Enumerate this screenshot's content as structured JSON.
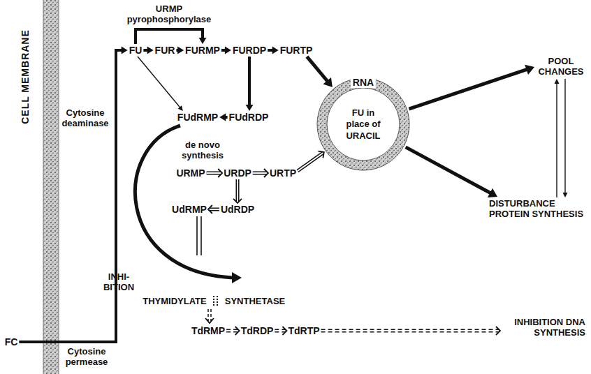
{
  "diagram": {
    "nodes": [
      {
        "text": [
          "FC"
        ]
      },
      {
        "text": [
          "FU"
        ]
      },
      {
        "text": [
          "FUR"
        ]
      },
      {
        "text": [
          "FURMP"
        ]
      },
      {
        "text": [
          "FURDP"
        ]
      },
      {
        "text": [
          "FURTP"
        ]
      },
      {
        "text": [
          "RNA",
          "FU in place of URACIL"
        ]
      },
      {
        "text": [
          "FUdRMP"
        ]
      },
      {
        "text": [
          "FUdRDP"
        ]
      },
      {
        "text": [
          "URMP"
        ]
      },
      {
        "text": [
          "URDP"
        ]
      },
      {
        "text": [
          "URTP"
        ]
      },
      {
        "text": [
          "UdRMP"
        ]
      },
      {
        "text": [
          "UdRDP"
        ]
      },
      {
        "text": [
          "TdRMP"
        ]
      },
      {
        "text": [
          "TdRDP"
        ]
      },
      {
        "text": [
          "TdRTP"
        ]
      },
      {
        "text": [
          "POOL CHANGES"
        ]
      },
      {
        "text": [
          "DISTURBANCE PROTEIN SYNTHESIS"
        ]
      },
      {
        "text": [
          "INHIBITION DNA SYNTHESIS"
        ]
      }
    ],
    "edges": [
      {
        "from": 0,
        "to": 1,
        "arrow": "to"
      },
      {
        "from": 1,
        "to": 3,
        "label": "URMP pyrophosphorylase",
        "arrow": "to"
      },
      {
        "from": 1,
        "to": 2,
        "arrow": "to"
      },
      {
        "from": 2,
        "to": 3,
        "arrow": "to"
      },
      {
        "from": 3,
        "to": 4,
        "arrow": "to"
      },
      {
        "from": 4,
        "to": 5,
        "arrow": "to"
      },
      {
        "from": 5,
        "to": 6,
        "arrow": "to"
      },
      {
        "from": 1,
        "to": 7,
        "arrow": "to"
      },
      {
        "from": 4,
        "to": 8,
        "arrow": "to"
      },
      {
        "from": 8,
        "to": 7,
        "arrow": "to"
      },
      {
        "from": 9,
        "to": 10,
        "arrow": "to"
      },
      {
        "from": 10,
        "to": 11,
        "arrow": "to"
      },
      {
        "from": 11,
        "to": 6,
        "arrow": "to"
      },
      {
        "from": 10,
        "to": 13,
        "arrow": "to"
      },
      {
        "from": 13,
        "to": 12,
        "arrow": "to"
      },
      {
        "from": 14,
        "to": 15,
        "arrow": "to"
      },
      {
        "from": 15,
        "to": 16,
        "arrow": "to"
      },
      {
        "from": 16,
        "to": 19,
        "arrow": "to"
      },
      {
        "from": 6,
        "to": 17,
        "arrow": "to"
      },
      {
        "from": 6,
        "to": 18,
        "arrow": "to"
      },
      {
        "from": 17,
        "to": 18,
        "arrow": "to"
      },
      {
        "from": 18,
        "to": 17,
        "arrow": "to"
      }
    ],
    "labels": [
      "CELL MEMBRANE",
      "Cytosine deaminase",
      "Cytosine permease",
      "de novo synthesis",
      "INHI- BITION",
      "THYMIDYLATE",
      "SYNTHETASE"
    ]
  }
}
